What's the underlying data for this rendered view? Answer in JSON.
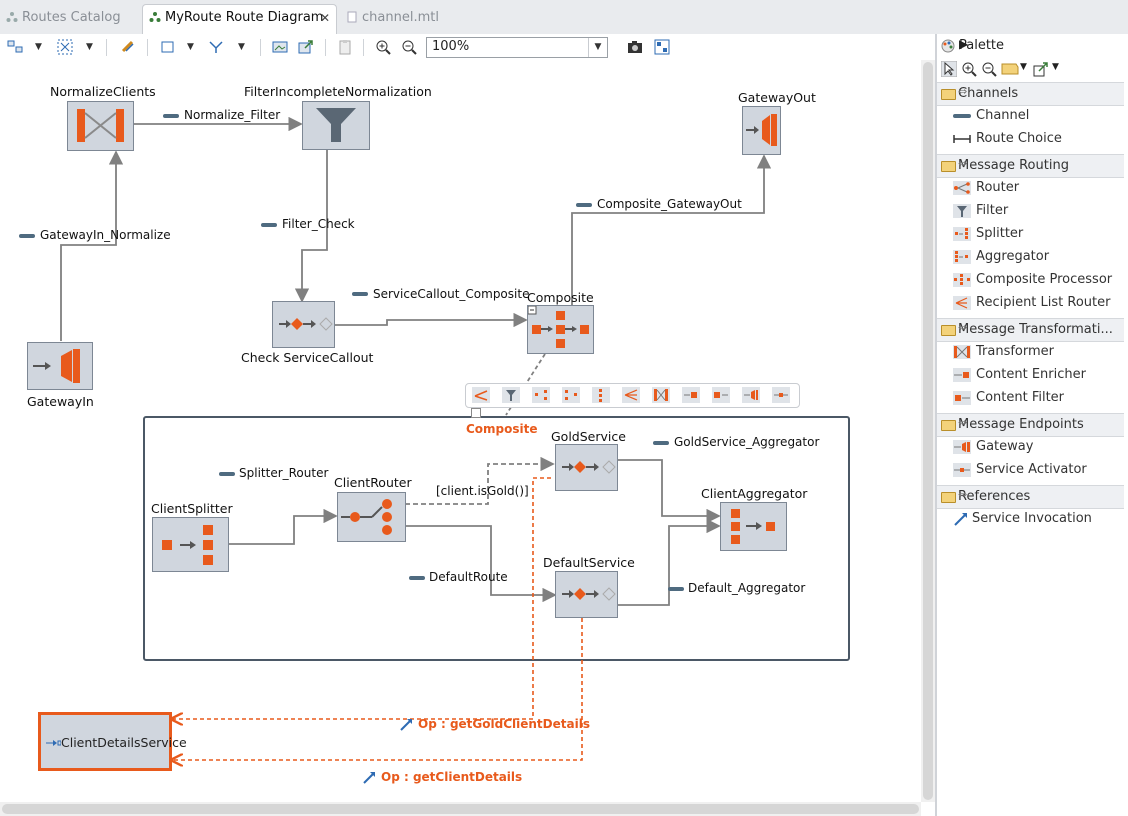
{
  "tabs": [
    {
      "label": "Routes Catalog",
      "active": false
    },
    {
      "label": "MyRoute Route Diagram",
      "active": true
    },
    {
      "label": "channel.mtl",
      "active": false
    }
  ],
  "toolbar": {
    "zoom_value": "100%"
  },
  "palette": {
    "title": "Palette",
    "categories": [
      {
        "label": "Channels",
        "items": [
          "Channel",
          "Route Choice"
        ]
      },
      {
        "label": "Message Routing",
        "items": [
          "Router",
          "Filter",
          "Splitter",
          "Aggregator",
          "Composite Processor",
          "Recipient List Router"
        ]
      },
      {
        "label": "Message Transformati...",
        "items": [
          "Transformer",
          "Content Enricher",
          "Content Filter"
        ]
      },
      {
        "label": "Message Endpoints",
        "items": [
          "Gateway",
          "Service Activator"
        ]
      },
      {
        "label": "References",
        "items": [
          "Service Invocation"
        ]
      }
    ]
  },
  "diagram": {
    "nodes": {
      "normalize": "NormalizeClients",
      "filter": "FilterIncompleteNormalization",
      "gateway_out": "GatewayOut",
      "gateway_in": "GatewayIn",
      "check": "Check ServiceCallout",
      "composite": "Composite",
      "composite_container": "Composite",
      "gold": "GoldService",
      "splitter": "ClientSplitter",
      "router": "ClientRouter",
      "aggregator": "ClientAggregator",
      "default": "DefaultService",
      "client_details": "ClientDetailsService"
    },
    "channels": {
      "normalize_filter": "Normalize_Filter",
      "gatewayin_normalize": "GatewayIn_Normalize",
      "filter_check": "Filter_Check",
      "composite_gatewayout": "Composite_GatewayOut",
      "servicecallout_composite": "ServiceCallout_Composite",
      "splitter_router": "Splitter_Router",
      "gold_aggregator": "GoldService_Aggregator",
      "default_route": "DefaultRoute",
      "default_aggregator": "Default_Aggregator"
    },
    "guard": "[client.isGold()]",
    "operations": {
      "gold": "Op : getGoldClientDetails",
      "default": "Op : getClientDetails"
    }
  },
  "colors": {
    "accent": "#e85a1c",
    "node_fill": "#d0d6de",
    "edge": "#808080",
    "channel_marker": "#4f6b80"
  }
}
